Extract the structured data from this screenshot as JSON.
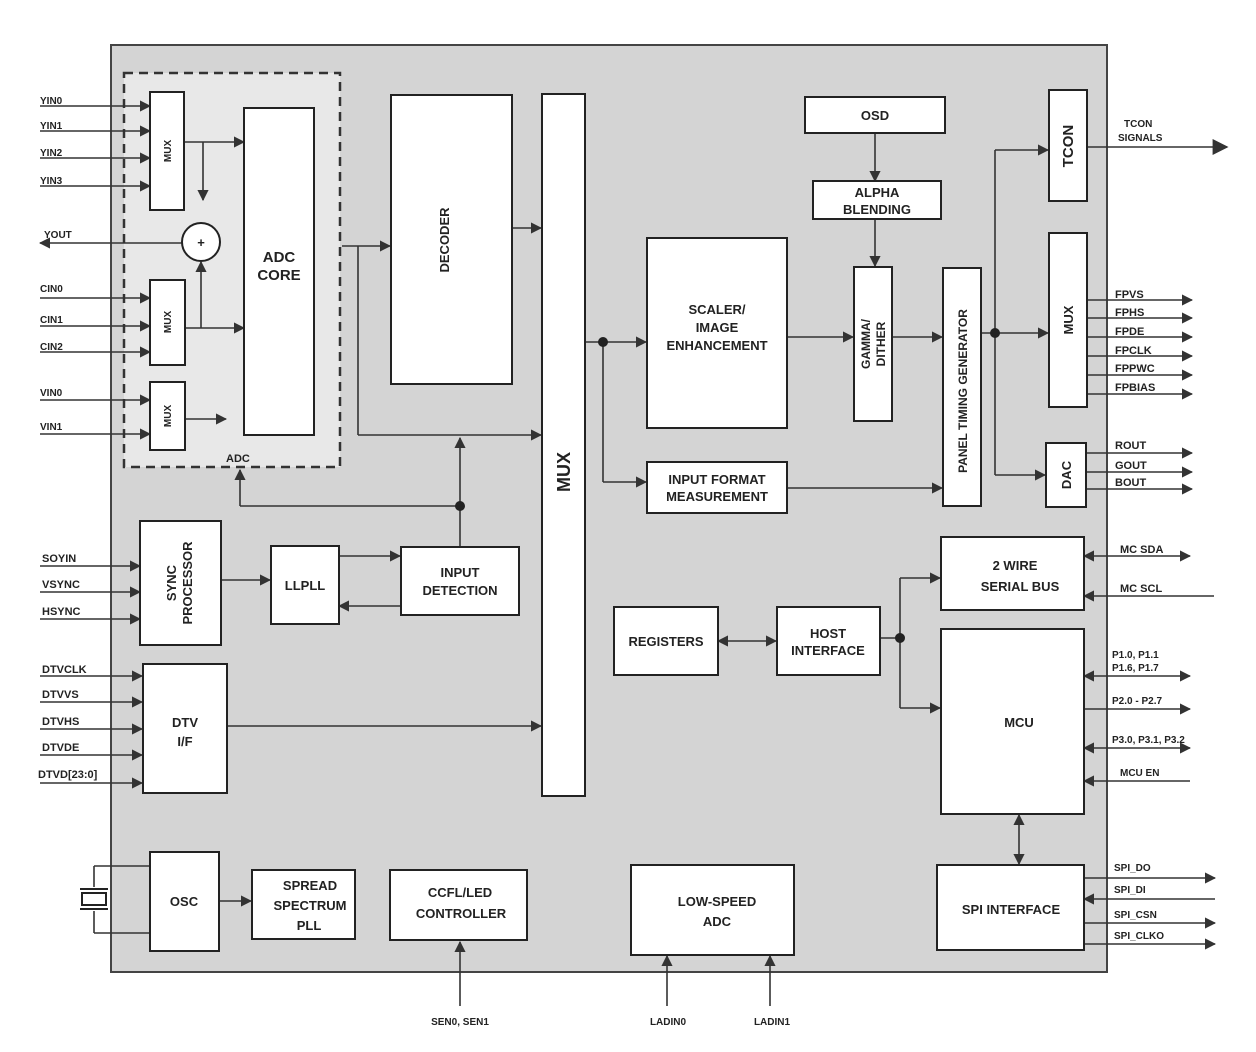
{
  "colors": {
    "chip_fill": "#d4d4d4",
    "adc_region_fill": "#e8e8e8",
    "box_fill": "#ffffff",
    "line": "#333333"
  },
  "blocks": {
    "adc_label": "ADC",
    "mux": "MUX",
    "adc_core": [
      "ADC",
      "CORE"
    ],
    "sum": "+",
    "decoder": "DECODER",
    "main_mux": "MUX",
    "osd": "OSD",
    "alpha_blending": [
      "ALPHA",
      "BLENDING"
    ],
    "scaler": [
      "SCALER/",
      "IMAGE",
      "ENHANCEMENT"
    ],
    "gamma_dither": [
      "GAMMA/",
      "DITHER"
    ],
    "panel_timing": "PANEL TIMING GENERATOR",
    "tcon": "TCON",
    "output_mux": "MUX",
    "dac": "DAC",
    "input_format": [
      "INPUT FORMAT",
      "MEASUREMENT"
    ],
    "sync_processor": [
      "SYNC",
      "PROCESSOR"
    ],
    "llpll": "LLPLL",
    "input_detection": [
      "INPUT",
      "DETECTION"
    ],
    "dtv_if": [
      "DTV",
      "I/F"
    ],
    "registers": "REGISTERS",
    "host_interface": [
      "HOST",
      "INTERFACE"
    ],
    "serial_bus": [
      "2 WIRE",
      "SERIAL BUS"
    ],
    "mcu": "MCU",
    "spi_interface": "SPI INTERFACE",
    "osc": "OSC",
    "spread_spectrum": [
      "SPREAD",
      "SPECTRUM",
      "PLL"
    ],
    "ccfl": [
      "CCFL/LED",
      "CONTROLLER"
    ],
    "low_speed_adc": [
      "LOW-SPEED",
      "ADC"
    ]
  },
  "pins": {
    "video_inputs": [
      "YIN0",
      "YIN1",
      "YIN2",
      "YIN3"
    ],
    "yout": "YOUT",
    "chroma_inputs": [
      "CIN0",
      "CIN1",
      "CIN2"
    ],
    "v_inputs": [
      "VIN0",
      "VIN1"
    ],
    "sync_inputs": [
      "SOYIN",
      "VSYNC",
      "HSYNC"
    ],
    "dtv_inputs": [
      "DTVCLK",
      "DTVVS",
      "DTVHS",
      "DTVDE",
      "DTVD[23:0]"
    ],
    "tcon_signals": [
      "TCON",
      "SIGNALS"
    ],
    "panel_outputs": [
      "FPVS",
      "FPHS",
      "FPDE",
      "FPCLK",
      "FPPWC",
      "FPBIAS"
    ],
    "dac_outputs": [
      "ROUT",
      "GOUT",
      "BOUT"
    ],
    "serial_bus": [
      "MC SDA",
      "MC SCL"
    ],
    "mcu_ports": [
      "P1.0, P1.1",
      "P1.6, P1.7",
      "P2.0 - P2.7",
      "P3.0, P3.1, P3.2",
      "MCU EN"
    ],
    "spi": [
      "SPI_DO",
      "SPI_DI",
      "SPI_CSN",
      "SPI_CLKO"
    ],
    "bottom": [
      "SEN0, SEN1",
      "LADIN0",
      "LADIN1"
    ]
  }
}
